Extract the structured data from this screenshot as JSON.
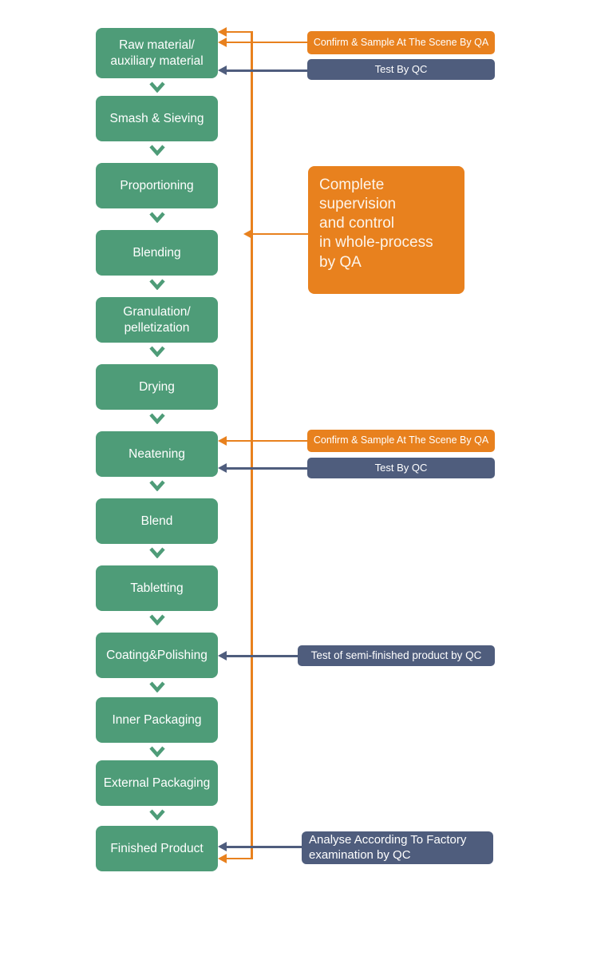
{
  "colors": {
    "green": "#4E9C78",
    "orange": "#E8811E",
    "slate": "#4F5D7D",
    "bg": "#FFFFFF"
  },
  "flow": {
    "steps": [
      {
        "label": "Raw material/\nauxiliary material"
      },
      {
        "label": "Smash & Sieving"
      },
      {
        "label": "Proportioning"
      },
      {
        "label": "Blending"
      },
      {
        "label": "Granulation/\npelletization"
      },
      {
        "label": "Drying"
      },
      {
        "label": "Neatening"
      },
      {
        "label": "Blend"
      },
      {
        "label": "Tabletting"
      },
      {
        "label": "Coating&Polishing"
      },
      {
        "label": "Inner Packaging"
      },
      {
        "label": "External Packaging"
      },
      {
        "label": "Finished Product"
      }
    ]
  },
  "annotations": {
    "raw_qa": {
      "label": "Confirm & Sample At The Scene By QA"
    },
    "raw_qc": {
      "label": "Test By QC"
    },
    "supervision": {
      "label": "Complete\nsupervision\nand control\nin whole-process\nby QA"
    },
    "neatening_qa": {
      "label": "Confirm & Sample At The Scene By QA"
    },
    "neatening_qc": {
      "label": "Test By QC"
    },
    "coating_qc": {
      "label": "Test of semi-finished product by QC"
    },
    "finished_qc": {
      "label": "Analyse According To Factory\nexamination by QC"
    }
  }
}
